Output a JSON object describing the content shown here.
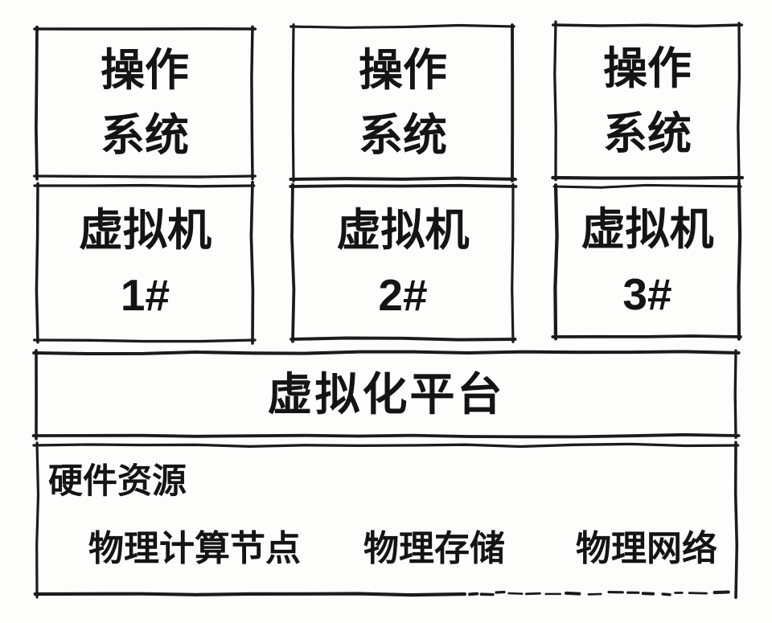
{
  "stack": {
    "os_boxes": [
      {
        "line1": "操作",
        "line2": "系统"
      },
      {
        "line1": "操作",
        "line2": "系统"
      },
      {
        "line1": "操作",
        "line2": "系统"
      }
    ],
    "vm_boxes": [
      {
        "line1": "虚拟机",
        "line2": "1#"
      },
      {
        "line1": "虚拟机",
        "line2": "2#"
      },
      {
        "line1": "虚拟机",
        "line2": "3#"
      }
    ],
    "platform": {
      "label": "虚拟化平台"
    },
    "hardware": {
      "title": "硬件资源",
      "items": [
        "物理计算节点",
        "物理存储",
        "物理网络"
      ]
    },
    "colors": {
      "ink": "#1b1b1b",
      "background": "#fdfdfc"
    }
  }
}
